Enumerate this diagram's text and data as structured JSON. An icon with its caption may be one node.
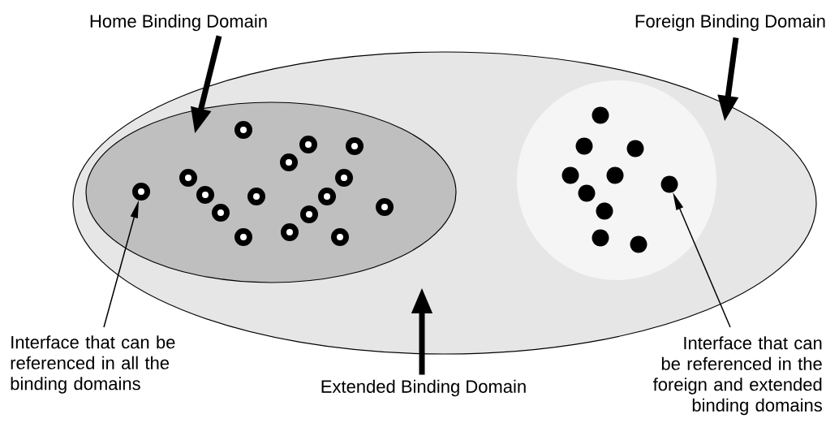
{
  "diagram": {
    "nodes": [
      {
        "text": [
          "Home Binding Domain"
        ]
      },
      {
        "text": [
          "Foreign Binding Domain"
        ]
      },
      {
        "text": [],
        "shape": "ellipse"
      },
      {
        "text": [],
        "shape": "ellipse",
        "in": 2
      },
      {
        "text": [],
        "shape": "ring",
        "in": 3
      },
      {
        "text": [],
        "shape": "ring",
        "in": 3
      },
      {
        "text": [],
        "shape": "ring",
        "in": 3
      },
      {
        "text": [],
        "shape": "ring",
        "in": 3
      },
      {
        "text": [],
        "shape": "ring",
        "in": 3
      },
      {
        "text": [],
        "shape": "ring",
        "in": 3
      },
      {
        "text": [],
        "shape": "ring",
        "in": 3
      },
      {
        "text": [],
        "shape": "ring",
        "in": 3
      },
      {
        "text": [],
        "shape": "ring",
        "in": 3
      },
      {
        "text": [],
        "shape": "ring",
        "in": 3
      },
      {
        "text": [],
        "shape": "ring",
        "in": 3
      },
      {
        "text": [],
        "shape": "ring",
        "in": 3
      },
      {
        "text": [],
        "shape": "ring",
        "in": 3
      },
      {
        "text": [],
        "shape": "ring",
        "in": 3
      },
      {
        "text": [],
        "shape": "ring",
        "in": 3
      },
      {
        "text": [],
        "shape": "ring",
        "in": 3
      },
      {
        "text": [],
        "shape": "circle",
        "in": 2
      },
      {
        "text": [],
        "shape": "dot",
        "in": 20
      },
      {
        "text": [],
        "shape": "dot",
        "in": 20
      },
      {
        "text": [],
        "shape": "dot",
        "in": 20
      },
      {
        "text": [],
        "shape": "dot",
        "in": 20
      },
      {
        "text": [],
        "shape": "dot",
        "in": 20
      },
      {
        "text": [],
        "shape": "dot",
        "in": 20
      },
      {
        "text": [],
        "shape": "dot",
        "in": 20
      },
      {
        "text": [],
        "shape": "dot",
        "in": 20
      },
      {
        "text": [],
        "shape": "dot",
        "in": 20
      },
      {
        "text": [],
        "shape": "dot",
        "in": 20
      },
      {
        "text": [
          "Interface that can be referenced in all the binding domains"
        ]
      },
      {
        "text": [
          "Extended Binding Domain"
        ]
      },
      {
        "text": [
          "Interface that can be referenced in the foreign and extended binding domains"
        ]
      }
    ],
    "edges": [
      {
        "from": 0,
        "to": 3,
        "arrow": "to"
      },
      {
        "from": 1,
        "to": 20,
        "arrow": "to"
      },
      {
        "from": 32,
        "to": 2,
        "arrow": "to"
      },
      {
        "from": 31,
        "to": 10,
        "arrow": "to"
      },
      {
        "from": 33,
        "to": 26,
        "arrow": "to"
      }
    ]
  }
}
